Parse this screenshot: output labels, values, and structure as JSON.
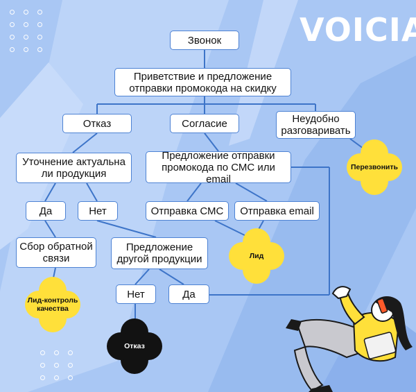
{
  "brand": {
    "name": "VOICIA"
  },
  "colors": {
    "background": "#a9c7f4",
    "node_border": "#4d82d3",
    "connector": "#3d74c8",
    "blob_yellow": "#ffe03a",
    "blob_black": "#121212",
    "accent": "#2f6fd6"
  },
  "nodes": {
    "call": "Звонок",
    "greeting": "Приветствие и предложение отправки промокода на скидку",
    "refusal": "Отказ",
    "consent": "Согласие",
    "inconvenient": "Неудобно разговаривать",
    "clarify": "Уточнение актуальна ли продукция",
    "offer_promo": "Предложение отправки промокода по СМС или email",
    "yes1": "Да",
    "no1": "Нет",
    "send_sms": "Отправка СМС",
    "send_email": "Отправка email",
    "feedback": "Сбор обратной связи",
    "other_product": "Предложение другой продукции",
    "no2": "Нет",
    "yes2": "Да"
  },
  "outcomes": {
    "callback": "Перезвонить",
    "lead": "Лид",
    "lead_quality": "Лид-контроль качества",
    "rejection": "Отказ"
  }
}
